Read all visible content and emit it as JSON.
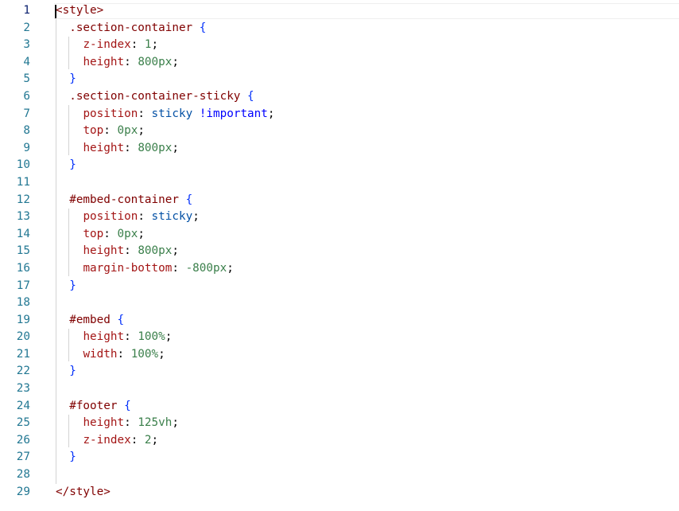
{
  "editor": {
    "active_line": 1,
    "lines": [
      {
        "n": "1",
        "tokens": [
          {
            "t": "<style>",
            "c": "tag"
          }
        ]
      },
      {
        "n": "2",
        "tokens": [
          {
            "t": "  "
          },
          {
            "t": ".section-container",
            "c": "selector-class"
          },
          {
            "t": " "
          },
          {
            "t": "{",
            "c": "brace"
          }
        ]
      },
      {
        "n": "3",
        "tokens": [
          {
            "t": "    "
          },
          {
            "t": "z-index",
            "c": "prop-name"
          },
          {
            "t": ": "
          },
          {
            "t": "1",
            "c": "val-num"
          },
          {
            "t": ";"
          }
        ]
      },
      {
        "n": "4",
        "tokens": [
          {
            "t": "    "
          },
          {
            "t": "height",
            "c": "prop-name"
          },
          {
            "t": ": "
          },
          {
            "t": "800px",
            "c": "val-num"
          },
          {
            "t": ";"
          }
        ]
      },
      {
        "n": "5",
        "tokens": [
          {
            "t": "  "
          },
          {
            "t": "}",
            "c": "brace"
          }
        ]
      },
      {
        "n": "6",
        "tokens": [
          {
            "t": "  "
          },
          {
            "t": ".section-container-sticky",
            "c": "selector-class"
          },
          {
            "t": " "
          },
          {
            "t": "{",
            "c": "brace"
          }
        ]
      },
      {
        "n": "7",
        "tokens": [
          {
            "t": "    "
          },
          {
            "t": "position",
            "c": "prop-name"
          },
          {
            "t": ": "
          },
          {
            "t": "sticky",
            "c": "val-kw"
          },
          {
            "t": " "
          },
          {
            "t": "!important",
            "c": "val-important"
          },
          {
            "t": ";"
          }
        ]
      },
      {
        "n": "8",
        "tokens": [
          {
            "t": "    "
          },
          {
            "t": "top",
            "c": "prop-name"
          },
          {
            "t": ": "
          },
          {
            "t": "0px",
            "c": "val-num"
          },
          {
            "t": ";"
          }
        ]
      },
      {
        "n": "9",
        "tokens": [
          {
            "t": "    "
          },
          {
            "t": "height",
            "c": "prop-name"
          },
          {
            "t": ": "
          },
          {
            "t": "800px",
            "c": "val-num"
          },
          {
            "t": ";"
          }
        ]
      },
      {
        "n": "10",
        "tokens": [
          {
            "t": "  "
          },
          {
            "t": "}",
            "c": "brace"
          }
        ]
      },
      {
        "n": "11",
        "tokens": []
      },
      {
        "n": "12",
        "tokens": [
          {
            "t": "  "
          },
          {
            "t": "#embed-container",
            "c": "selector-class"
          },
          {
            "t": " "
          },
          {
            "t": "{",
            "c": "brace"
          }
        ]
      },
      {
        "n": "13",
        "tokens": [
          {
            "t": "    "
          },
          {
            "t": "position",
            "c": "prop-name"
          },
          {
            "t": ": "
          },
          {
            "t": "sticky",
            "c": "val-kw"
          },
          {
            "t": ";"
          }
        ]
      },
      {
        "n": "14",
        "tokens": [
          {
            "t": "    "
          },
          {
            "t": "top",
            "c": "prop-name"
          },
          {
            "t": ": "
          },
          {
            "t": "0px",
            "c": "val-num"
          },
          {
            "t": ";"
          }
        ]
      },
      {
        "n": "15",
        "tokens": [
          {
            "t": "    "
          },
          {
            "t": "height",
            "c": "prop-name"
          },
          {
            "t": ": "
          },
          {
            "t": "800px",
            "c": "val-num"
          },
          {
            "t": ";"
          }
        ]
      },
      {
        "n": "16",
        "tokens": [
          {
            "t": "    "
          },
          {
            "t": "margin-bottom",
            "c": "prop-name"
          },
          {
            "t": ": "
          },
          {
            "t": "-800px",
            "c": "val-num"
          },
          {
            "t": ";"
          }
        ]
      },
      {
        "n": "17",
        "tokens": [
          {
            "t": "  "
          },
          {
            "t": "}",
            "c": "brace"
          }
        ]
      },
      {
        "n": "18",
        "tokens": []
      },
      {
        "n": "19",
        "tokens": [
          {
            "t": "  "
          },
          {
            "t": "#embed",
            "c": "selector-class"
          },
          {
            "t": " "
          },
          {
            "t": "{",
            "c": "brace"
          }
        ]
      },
      {
        "n": "20",
        "tokens": [
          {
            "t": "    "
          },
          {
            "t": "height",
            "c": "prop-name"
          },
          {
            "t": ": "
          },
          {
            "t": "100%",
            "c": "val-num"
          },
          {
            "t": ";"
          }
        ]
      },
      {
        "n": "21",
        "tokens": [
          {
            "t": "    "
          },
          {
            "t": "width",
            "c": "prop-name"
          },
          {
            "t": ": "
          },
          {
            "t": "100%",
            "c": "val-num"
          },
          {
            "t": ";"
          }
        ]
      },
      {
        "n": "22",
        "tokens": [
          {
            "t": "  "
          },
          {
            "t": "}",
            "c": "brace"
          }
        ]
      },
      {
        "n": "23",
        "tokens": []
      },
      {
        "n": "24",
        "tokens": [
          {
            "t": "  "
          },
          {
            "t": "#footer",
            "c": "selector-class"
          },
          {
            "t": " "
          },
          {
            "t": "{",
            "c": "brace"
          }
        ]
      },
      {
        "n": "25",
        "tokens": [
          {
            "t": "    "
          },
          {
            "t": "height",
            "c": "prop-name"
          },
          {
            "t": ": "
          },
          {
            "t": "125vh",
            "c": "val-num"
          },
          {
            "t": ";"
          }
        ]
      },
      {
        "n": "26",
        "tokens": [
          {
            "t": "    "
          },
          {
            "t": "z-index",
            "c": "prop-name"
          },
          {
            "t": ": "
          },
          {
            "t": "2",
            "c": "val-num"
          },
          {
            "t": ";"
          }
        ]
      },
      {
        "n": "27",
        "tokens": [
          {
            "t": "  "
          },
          {
            "t": "}",
            "c": "brace"
          }
        ]
      },
      {
        "n": "28",
        "tokens": []
      },
      {
        "n": "29",
        "tokens": [
          {
            "t": "</style>",
            "c": "tag"
          }
        ]
      }
    ]
  },
  "colors": {
    "line_number": "#237893",
    "tag": "#800000",
    "brace": "#0431fa",
    "property": "#a31515",
    "keyword_value": "#0451a5",
    "numeric_value": "#3a7f4a",
    "important": "#0000ff",
    "indent_guide": "#d3d3d3"
  }
}
